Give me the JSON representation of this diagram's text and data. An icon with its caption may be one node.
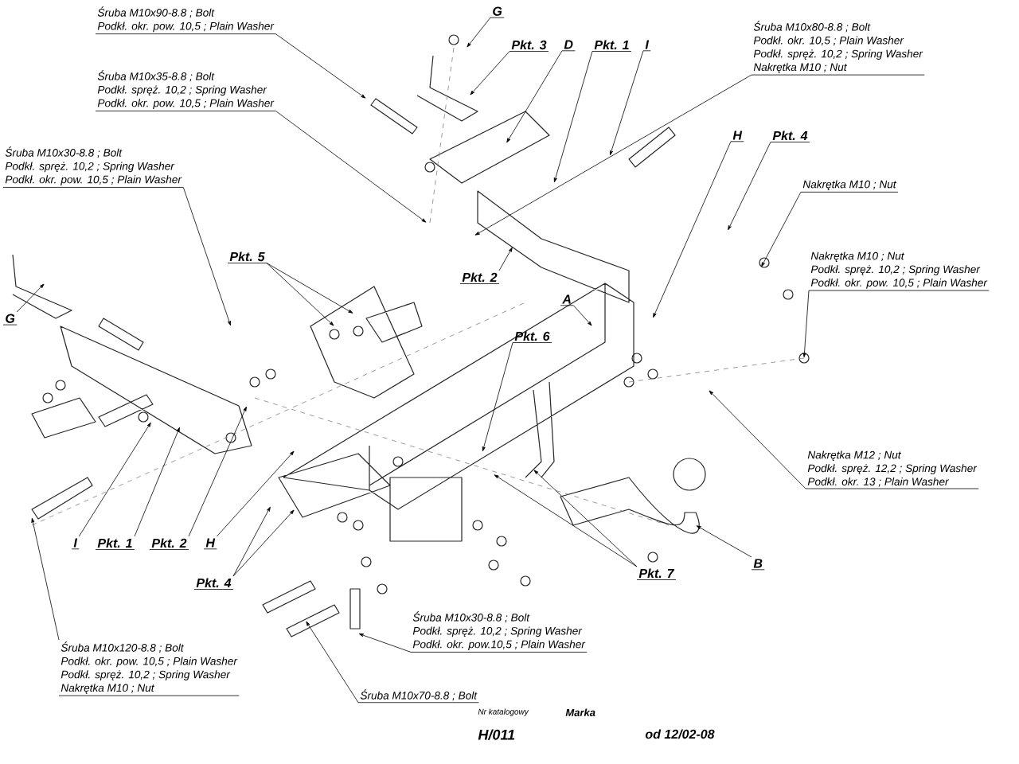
{
  "diagram": {
    "nodes": [
      {
        "text": [
          "Śruba M10x90-8.8 ;  Bolt",
          "Podkł. okr. pow. 10,5 ; Plain Washer"
        ]
      },
      {
        "text": [
          "Śruba M10x35-8.8 ;  Bolt",
          "Podkł. spręż. 10,2 ; Spring Washer",
          "Podkł. okr. pow. 10,5 ; Plain Washer"
        ]
      },
      {
        "text": [
          "Śruba M10x30-8.8 ;  Bolt",
          "Podkł. spręż. 10,2 ; Spring Washer",
          "Podkł. okr. pow. 10,5 ; Plain Washer"
        ]
      },
      {
        "text": [
          "G"
        ]
      },
      {
        "text": [
          "Pkt. 3"
        ]
      },
      {
        "text": [
          "D"
        ]
      },
      {
        "text": [
          "Pkt. 1"
        ]
      },
      {
        "text": [
          "I"
        ]
      },
      {
        "text": [
          "Śruba M10x80-8.8 ;  Bolt",
          "Podkł. okr. 10,5 ; Plain Washer",
          "Podkł. spręż. 10,2 ; Spring Washer",
          "Nakrętka  M10 ; Nut"
        ]
      },
      {
        "text": [
          "H"
        ]
      },
      {
        "text": [
          "Pkt. 4"
        ]
      },
      {
        "text": [
          "Nakrętka  M10 ; Nut"
        ]
      },
      {
        "text": [
          "Nakrętka  M10 ; Nut",
          "Podkł. spręż. 10,2 ; Spring Washer",
          "Podkł. okr. pow. 10,5 ; Plain Washer"
        ]
      },
      {
        "text": [
          "A"
        ]
      },
      {
        "text": [
          "Pkt. 2"
        ]
      },
      {
        "text": [
          "Pkt. 5"
        ]
      },
      {
        "text": [
          "G"
        ]
      },
      {
        "text": [
          "Pkt. 6"
        ]
      },
      {
        "text": [
          "Nakrętka  M12 ; Nut",
          "Podkł. spręż. 12,2 ; Spring Washer",
          "Podkł. okr. 13 ; Plain Washer"
        ]
      },
      {
        "text": [
          "I"
        ]
      },
      {
        "text": [
          "Pkt. 1"
        ]
      },
      {
        "text": [
          "Pkt. 2"
        ]
      },
      {
        "text": [
          "H"
        ]
      },
      {
        "text": [
          "Pkt. 4"
        ]
      },
      {
        "text": [
          "Pkt. 7"
        ]
      },
      {
        "text": [
          "B"
        ]
      },
      {
        "text": [
          "Śruba M10x120-8.8 ;  Bolt",
          "Podkł. okr. pow. 10,5 ; Plain Washer",
          "Podkł. spręż. 10,2 ; Spring Washer",
          "Nakrętka  M10 ; Nut"
        ]
      },
      {
        "text": [
          "Śruba M10x30-8.8 ;  Bolt",
          "Podkł. spręż. 10,2 ; Spring Washer",
          "Podkł. okr. pow.10,5 ; Plain Washer"
        ]
      },
      {
        "text": [
          "Śruba M10x70-8.8 ;  Bolt"
        ]
      }
    ],
    "edges": [
      {
        "from": 0,
        "to": null,
        "arrow": "to"
      },
      {
        "from": 1,
        "to": null,
        "arrow": "to"
      },
      {
        "from": 2,
        "to": null,
        "arrow": "to"
      },
      {
        "from": 3,
        "to": null,
        "arrow": "to"
      },
      {
        "from": 4,
        "to": null,
        "arrow": "to"
      },
      {
        "from": 5,
        "to": null,
        "arrow": "to"
      },
      {
        "from": 6,
        "to": null,
        "arrow": "to"
      },
      {
        "from": 7,
        "to": null,
        "arrow": "to"
      },
      {
        "from": 8,
        "to": null,
        "arrow": "to"
      },
      {
        "from": 9,
        "to": null,
        "arrow": "to"
      },
      {
        "from": 10,
        "to": null,
        "arrow": "to"
      },
      {
        "from": 11,
        "to": null,
        "arrow": "to"
      },
      {
        "from": 12,
        "to": null,
        "arrow": "to"
      },
      {
        "from": 13,
        "to": null,
        "arrow": "to"
      },
      {
        "from": 14,
        "to": null,
        "arrow": "to"
      },
      {
        "from": 15,
        "to": null,
        "arrow": "to"
      },
      {
        "from": 15,
        "to": null,
        "arrow": "to"
      },
      {
        "from": 16,
        "to": null,
        "arrow": "to"
      },
      {
        "from": 17,
        "to": null,
        "arrow": "to"
      },
      {
        "from": 18,
        "to": null,
        "arrow": "to"
      },
      {
        "from": 19,
        "to": null,
        "arrow": "to"
      },
      {
        "from": 20,
        "to": null,
        "arrow": "to"
      },
      {
        "from": 21,
        "to": null,
        "arrow": "to"
      },
      {
        "from": 22,
        "to": null,
        "arrow": "to"
      },
      {
        "from": 23,
        "to": null,
        "arrow": "to"
      },
      {
        "from": 23,
        "to": null,
        "arrow": "to"
      },
      {
        "from": 24,
        "to": null,
        "arrow": "to"
      },
      {
        "from": 24,
        "to": null,
        "arrow": "to"
      },
      {
        "from": 25,
        "to": null,
        "arrow": "to"
      },
      {
        "from": 26,
        "to": null,
        "arrow": "to"
      },
      {
        "from": 27,
        "to": null,
        "arrow": "to"
      },
      {
        "from": 28,
        "to": null,
        "arrow": "to"
      }
    ],
    "labels": [
      "Nr katalogowy",
      "Marka",
      "H/011",
      "od 12/02-08"
    ]
  }
}
